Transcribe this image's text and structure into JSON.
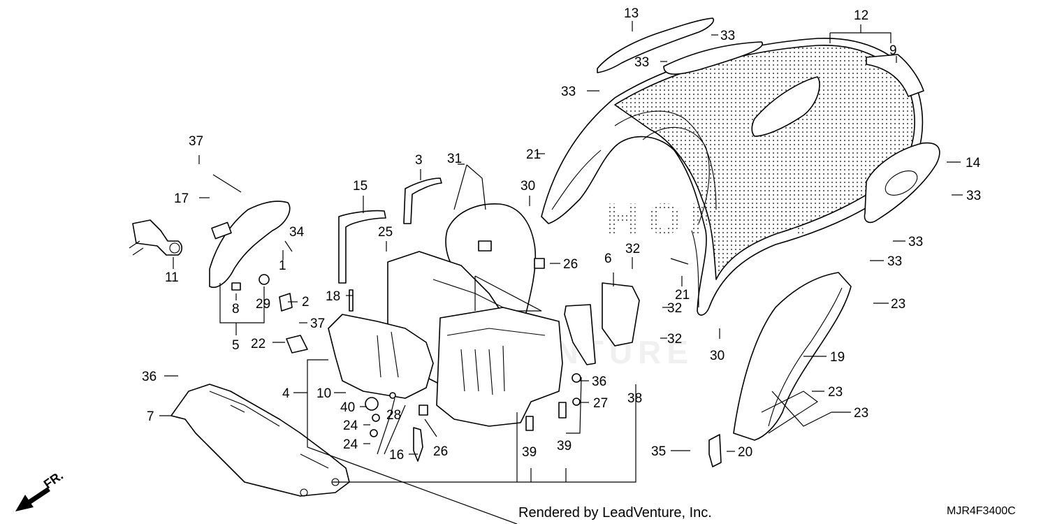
{
  "diagram": {
    "credit": "Rendered by LeadVenture, Inc.",
    "code": "MJR4F3400C",
    "direction": "FR.",
    "watermark": "LEADVENTURE",
    "brand_mark": "HONDA",
    "callouts": {
      "c1": "1",
      "c2": "2",
      "c3": "3",
      "c4": "4",
      "c5": "5",
      "c6": "6",
      "c7": "7",
      "c8": "8",
      "c9": "9",
      "c10": "10",
      "c11": "11",
      "c12": "12",
      "c13": "13",
      "c14": "14",
      "c15": "15",
      "c16": "16",
      "c17": "17",
      "c18": "18",
      "c19": "19",
      "c20": "20",
      "c21a": "21",
      "c21b": "21",
      "c22": "22",
      "c23a": "23",
      "c23b": "23",
      "c23c": "23",
      "c24a": "24",
      "c24b": "24",
      "c25": "25",
      "c26a": "26",
      "c26b": "26",
      "c27": "27",
      "c28": "28",
      "c29": "29",
      "c30a": "30",
      "c30b": "30",
      "c31": "31",
      "c32a": "32",
      "c32b": "32",
      "c32c": "32",
      "c33a": "33",
      "c33b": "33",
      "c33c": "33",
      "c33d": "33",
      "c33e": "33",
      "c33f": "33",
      "c34": "34",
      "c35": "35",
      "c36a": "36",
      "c36b": "36",
      "c37a": "37",
      "c37b": "37",
      "c38": "38",
      "c39a": "39",
      "c39b": "39",
      "c40": "40"
    }
  }
}
